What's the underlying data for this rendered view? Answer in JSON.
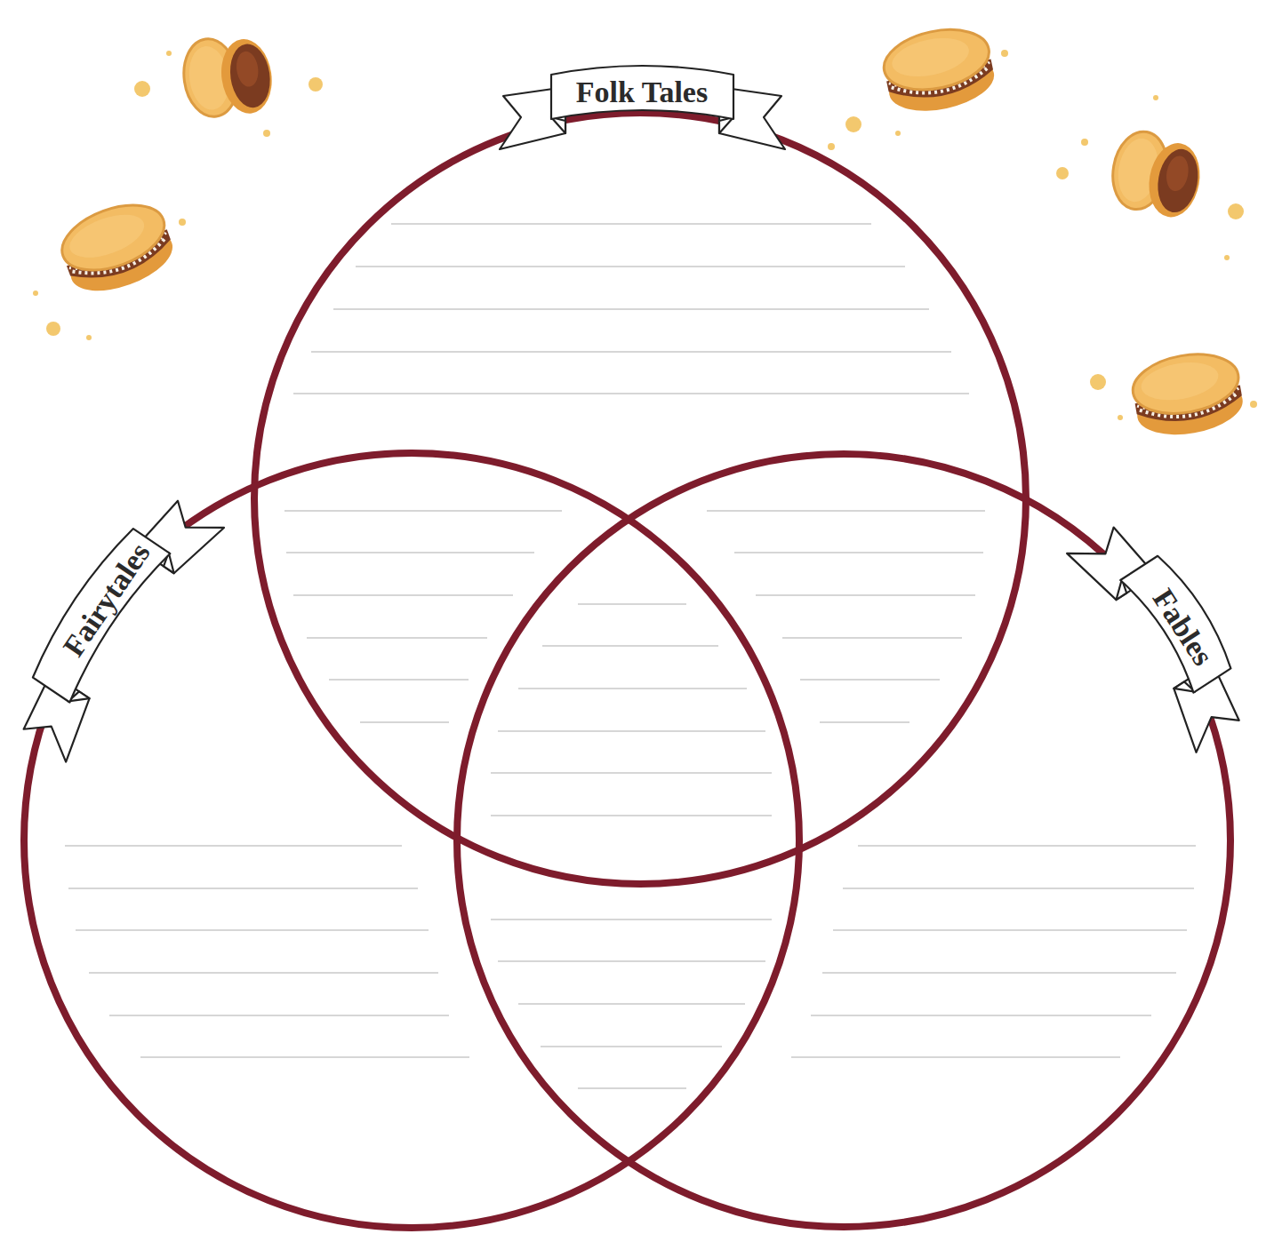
{
  "diagram": {
    "nodes": [
      {
        "text": [
          "Folk Tales"
        ]
      },
      {
        "text": [
          "Fairytales"
        ]
      },
      {
        "text": [
          "Fables"
        ]
      }
    ]
  }
}
